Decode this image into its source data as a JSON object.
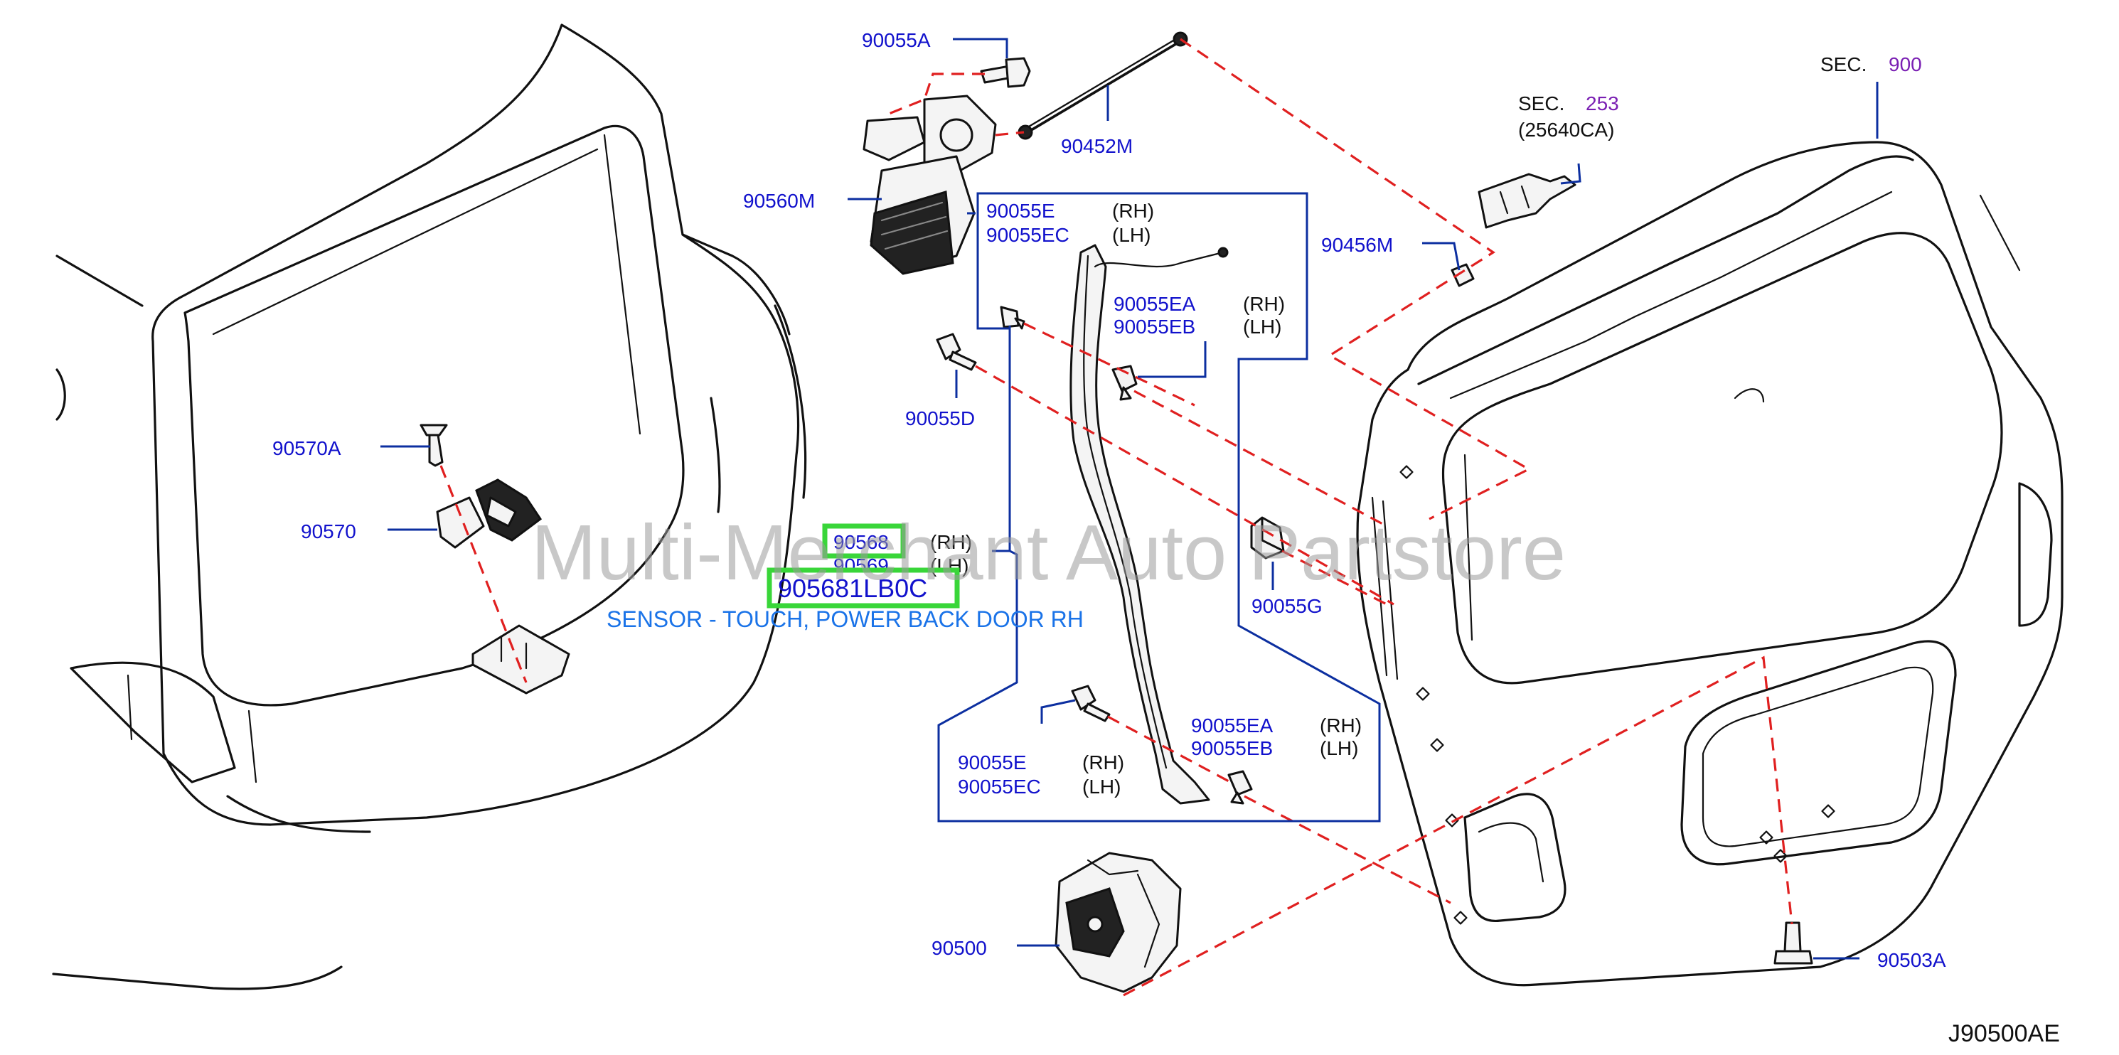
{
  "labels": {
    "p90055A": "90055A",
    "p90452M": "90452M",
    "p90560M": "90560M",
    "p90055E_top": "90055E",
    "p90055EC_top": "90055EC",
    "p90055EA_top": "90055EA",
    "p90055EB_top": "90055EB",
    "p90055D": "90055D",
    "p90456M": "90456M",
    "p90570A": "90570A",
    "p90570": "90570",
    "p90568": "90568",
    "p90569": "90569",
    "p90055G": "90055G",
    "p90055E_bot": "90055E",
    "p90055EC_bot": "90055EC",
    "p90055EA_bot": "90055EA",
    "p90055EB_bot": "90055EB",
    "p90500": "90500",
    "p90503A": "90503A"
  },
  "sides": {
    "rh": "(RH)",
    "lh": "(LH)"
  },
  "sections": {
    "sec_label": "SEC.",
    "sec253_num": "253",
    "sec253_sub": "(25640CA)",
    "sec900_num": "900"
  },
  "highlight": {
    "part_number": "905681LB0C",
    "description": "SENSOR - TOUCH, POWER BACK DOOR RH"
  },
  "watermark": "Multi-Merchant Auto Partstore",
  "diagram_code": "J90500AE"
}
